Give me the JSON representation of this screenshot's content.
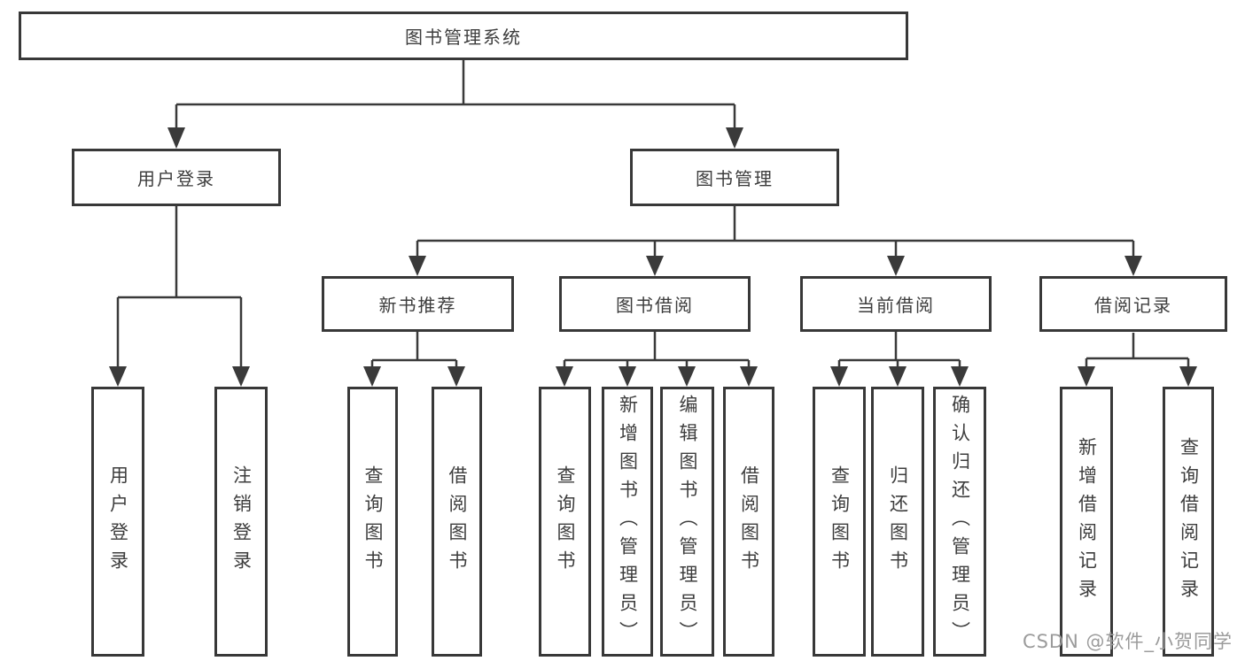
{
  "tree": {
    "root": {
      "label": "图书管理系统"
    },
    "level2": [
      {
        "label": "用户登录",
        "children": [
          {
            "label": "用户登录"
          },
          {
            "label": "注销登录"
          }
        ]
      },
      {
        "label": "图书管理",
        "children": [
          {
            "label": "新书推荐",
            "children": [
              {
                "label": "查询图书"
              },
              {
                "label": "借阅图书"
              }
            ]
          },
          {
            "label": "图书借阅",
            "children": [
              {
                "label": "查询图书"
              },
              {
                "label": "新增图书（管理员）"
              },
              {
                "label": "编辑图书（管理员）"
              },
              {
                "label": "借阅图书"
              }
            ]
          },
          {
            "label": "当前借阅",
            "children": [
              {
                "label": "查询图书"
              },
              {
                "label": "归还图书"
              },
              {
                "label": "确认归还（管理员）"
              }
            ]
          },
          {
            "label": "借阅记录",
            "children": [
              {
                "label": "新增借阅记录"
              },
              {
                "label": "查询借阅记录"
              }
            ]
          }
        ]
      }
    ]
  },
  "watermark": {
    "text": "CSDN @软件_小贺同学"
  },
  "colors": {
    "line": "#3a3a3a",
    "box_border": "#383838",
    "text": "#3d3d3d",
    "watermark": "#9b9b9b",
    "background": "#ffffff"
  }
}
